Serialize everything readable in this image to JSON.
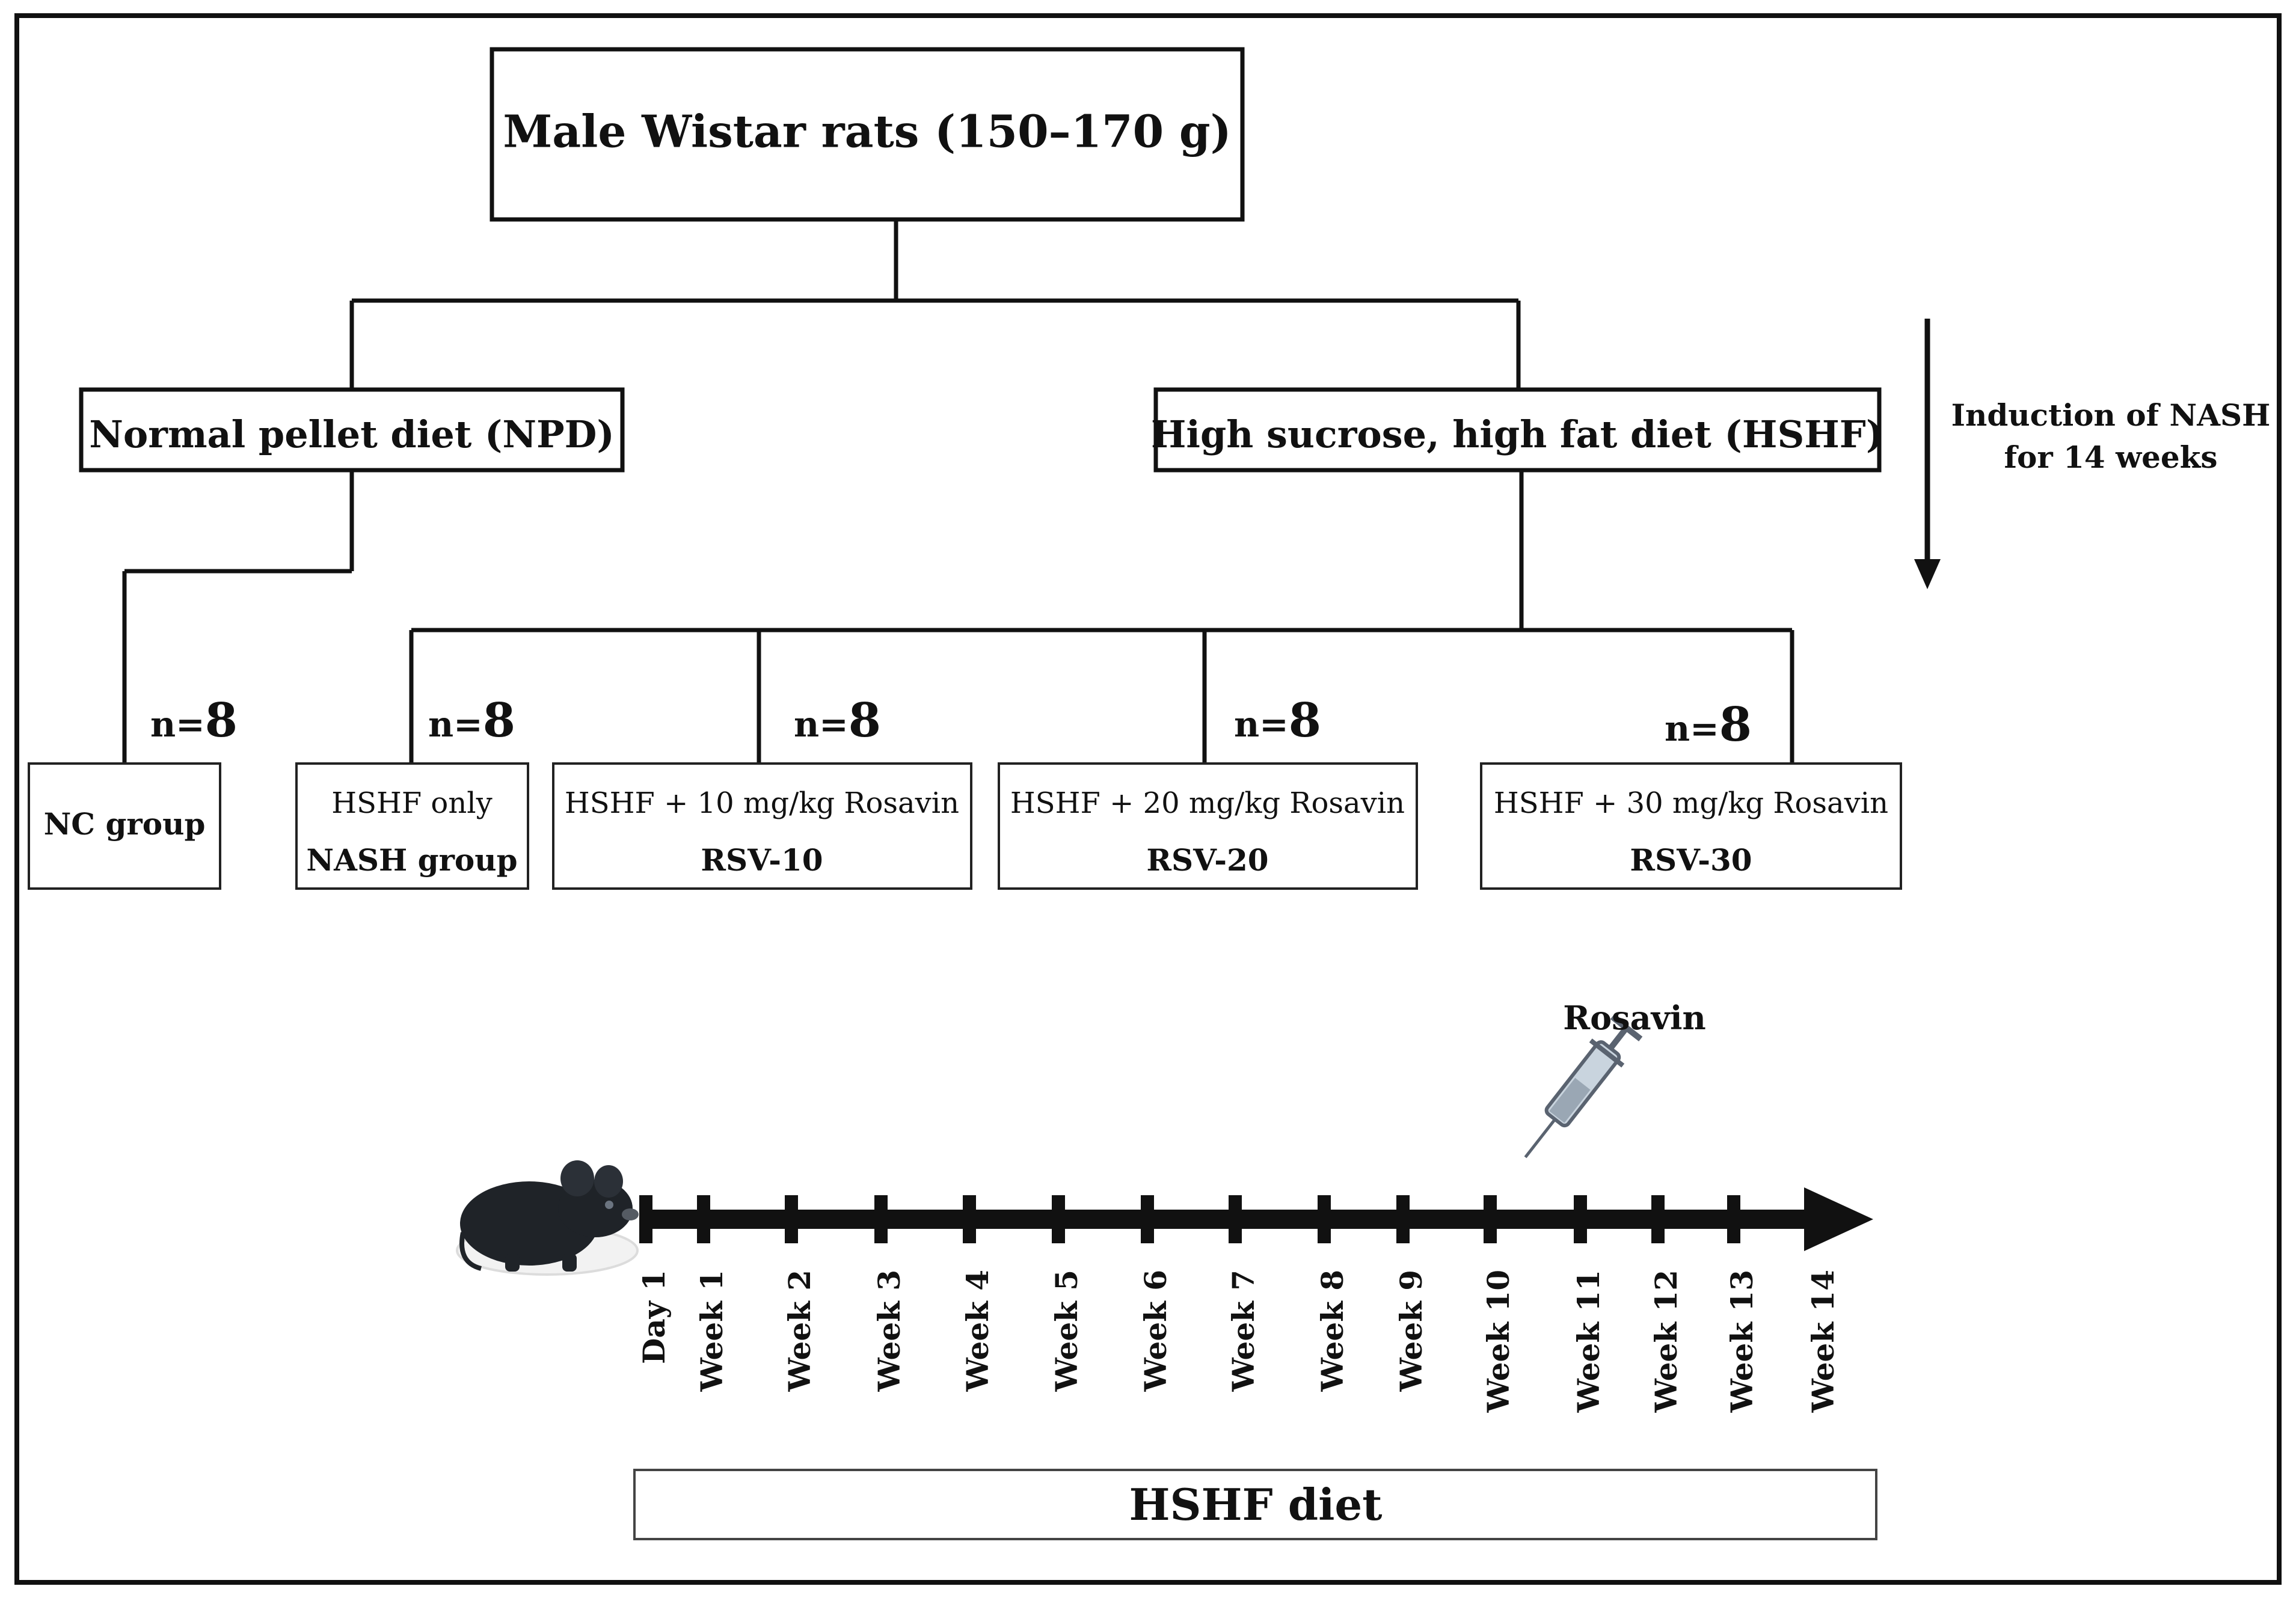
{
  "root": {
    "label": "Male Wistar rats (150–170 g)"
  },
  "diets": {
    "npd": "Normal pellet diet (NPD)",
    "hshf": "High sucrose, high fat diet (HSHF)"
  },
  "induction": {
    "line1": "Induction of NASH",
    "line2": "for 14 weeks"
  },
  "groups": [
    {
      "n_label": "n=",
      "n_value": "8",
      "treatment": "",
      "name": "NC group"
    },
    {
      "n_label": "n=",
      "n_value": "8",
      "treatment": "HSHF only",
      "name": "NASH group"
    },
    {
      "n_label": "n=",
      "n_value": "8",
      "treatment": "HSHF + 10 mg/kg Rosavin",
      "name": "RSV-10"
    },
    {
      "n_label": "n=",
      "n_value": "8",
      "treatment": "HSHF + 20 mg/kg Rosavin",
      "name": "RSV-20"
    },
    {
      "n_label": "n=",
      "n_value": "8",
      "treatment": "HSHF + 30 mg/kg Rosavin",
      "name": "RSV-30"
    }
  ],
  "timeline": {
    "ticks": [
      "Day 1",
      "Week 1",
      "Week 2",
      "Week 3",
      "Week 4",
      "Week 5",
      "Week 6",
      "Week 7",
      "Week 8",
      "Week 9",
      "Week 10",
      "Week 11",
      "Week 12",
      "Week 13",
      "Week 14"
    ],
    "injection_label": "Rosavin",
    "injection_icon": "syringe-icon",
    "animal_icon": "mouse-icon"
  },
  "diet_bar": {
    "label": "HSHF diet"
  },
  "colors": {
    "line": "#111111",
    "box_border": "#222222",
    "mouse": "#1f2328",
    "syringe": "#5a6370"
  }
}
